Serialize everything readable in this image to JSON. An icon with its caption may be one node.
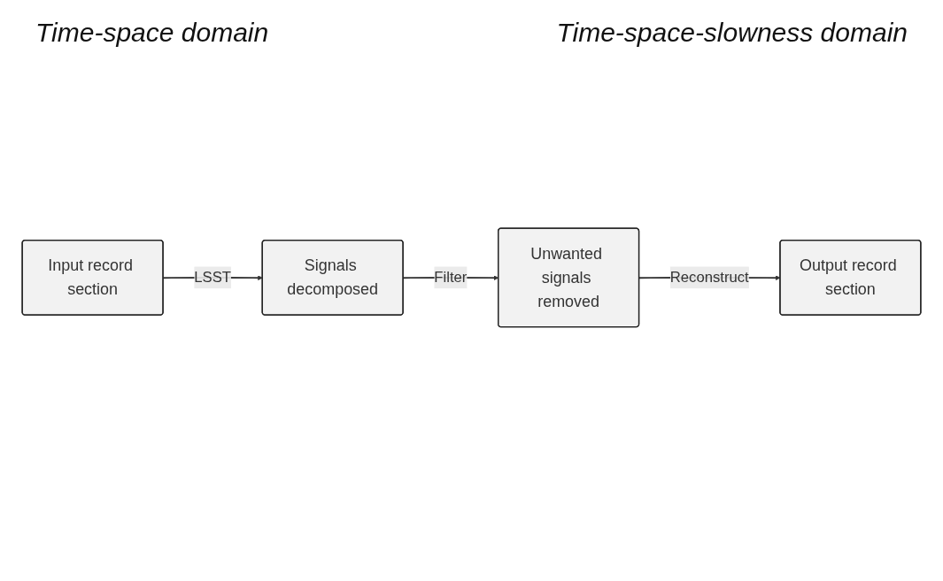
{
  "diagram": {
    "nodes": [
      {
        "text": [
          "Input record section"
        ]
      },
      {
        "text": [
          "Signals decomposed"
        ]
      },
      {
        "text": [
          "Unwanted signals removed"
        ]
      },
      {
        "text": [
          "Output record section"
        ]
      }
    ],
    "edges": [
      {
        "from": 0,
        "to": 1,
        "arrow": "to",
        "label": "LSST"
      },
      {
        "from": 1,
        "to": 2,
        "arrow": "to",
        "label": "Filter"
      },
      {
        "from": 2,
        "to": 3,
        "arrow": "to",
        "label": "Reconstruct"
      }
    ],
    "labels": [
      "Time-space domain",
      "Time-space-slowness domain"
    ]
  }
}
